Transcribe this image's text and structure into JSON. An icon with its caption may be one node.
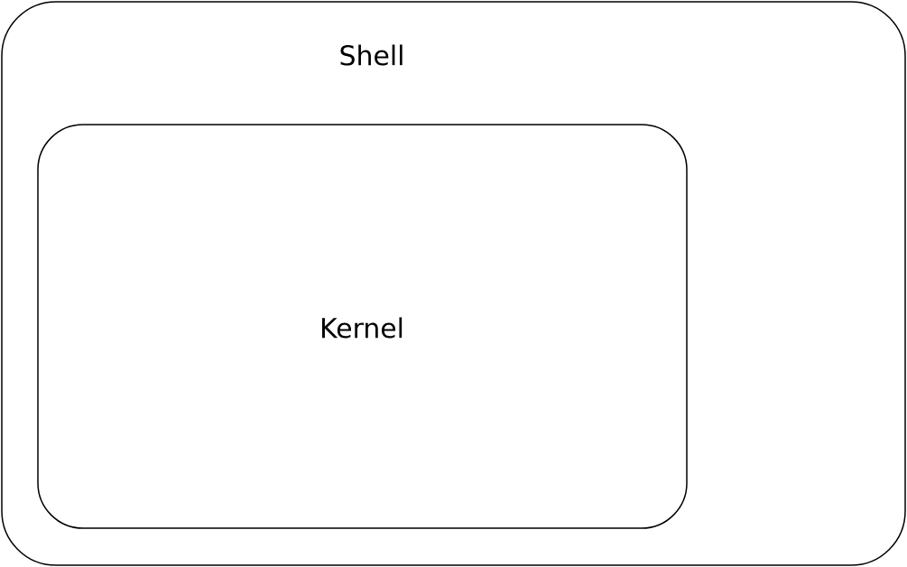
{
  "diagram": {
    "nodes": [
      {
        "text": [
          "Shell"
        ]
      },
      {
        "text": [
          "Kernel"
        ],
        "in": 0
      }
    ]
  }
}
